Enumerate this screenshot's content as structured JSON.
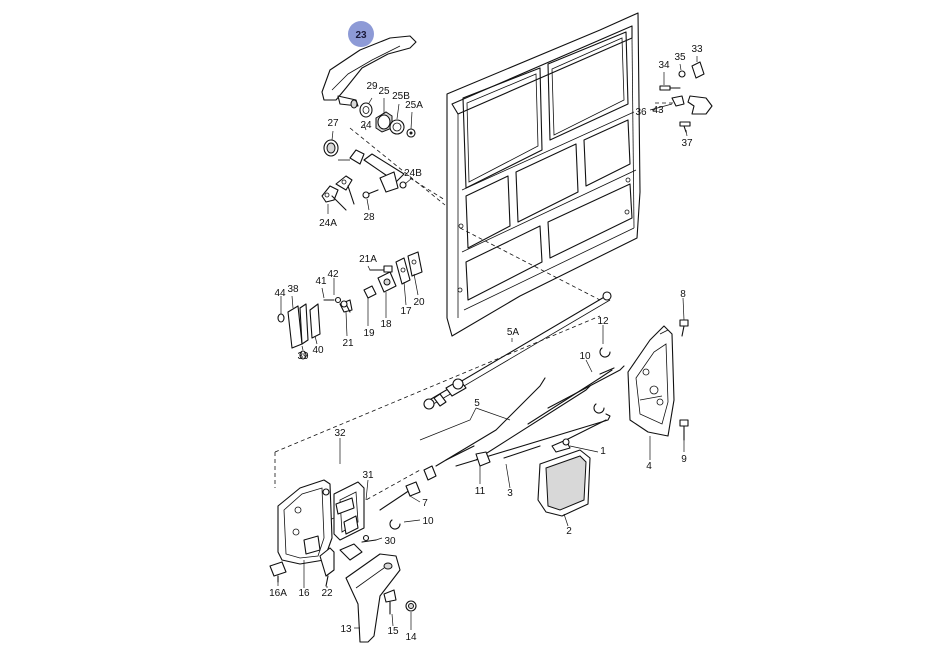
{
  "diagram": {
    "highlight_color": "#8d9ad6",
    "highlighted_part": "23",
    "labels": [
      {
        "id": "23",
        "text": "23"
      },
      {
        "id": "29",
        "text": "29"
      },
      {
        "id": "25",
        "text": "25"
      },
      {
        "id": "25B",
        "text": "25B"
      },
      {
        "id": "24",
        "text": "24"
      },
      {
        "id": "25A",
        "text": "25A"
      },
      {
        "id": "27",
        "text": "27"
      },
      {
        "id": "24B",
        "text": "24B"
      },
      {
        "id": "28",
        "text": "28"
      },
      {
        "id": "24A",
        "text": "24A"
      },
      {
        "id": "33",
        "text": "33"
      },
      {
        "id": "35",
        "text": "35"
      },
      {
        "id": "34",
        "text": "34"
      },
      {
        "id": "36",
        "text": "36"
      },
      {
        "id": "43",
        "text": "43"
      },
      {
        "id": "37",
        "text": "37"
      },
      {
        "id": "21A",
        "text": "21A"
      },
      {
        "id": "41",
        "text": "41"
      },
      {
        "id": "42",
        "text": "42"
      },
      {
        "id": "44",
        "text": "44"
      },
      {
        "id": "38",
        "text": "38"
      },
      {
        "id": "20",
        "text": "20"
      },
      {
        "id": "17",
        "text": "17"
      },
      {
        "id": "18",
        "text": "18"
      },
      {
        "id": "19",
        "text": "19"
      },
      {
        "id": "21",
        "text": "21"
      },
      {
        "id": "39",
        "text": "39"
      },
      {
        "id": "40",
        "text": "40"
      },
      {
        "id": "8",
        "text": "8"
      },
      {
        "id": "5A",
        "text": "5A"
      },
      {
        "id": "12",
        "text": "12"
      },
      {
        "id": "10a",
        "text": "10"
      },
      {
        "id": "5",
        "text": "5"
      },
      {
        "id": "1",
        "text": "1"
      },
      {
        "id": "4",
        "text": "4"
      },
      {
        "id": "9",
        "text": "9"
      },
      {
        "id": "32",
        "text": "32"
      },
      {
        "id": "31",
        "text": "31"
      },
      {
        "id": "11",
        "text": "11"
      },
      {
        "id": "3",
        "text": "3"
      },
      {
        "id": "7",
        "text": "7"
      },
      {
        "id": "10b",
        "text": "10"
      },
      {
        "id": "2",
        "text": "2"
      },
      {
        "id": "30",
        "text": "30"
      },
      {
        "id": "16A",
        "text": "16A"
      },
      {
        "id": "16",
        "text": "16"
      },
      {
        "id": "22",
        "text": "22"
      },
      {
        "id": "13",
        "text": "13"
      },
      {
        "id": "15",
        "text": "15"
      },
      {
        "id": "14",
        "text": "14"
      }
    ]
  }
}
